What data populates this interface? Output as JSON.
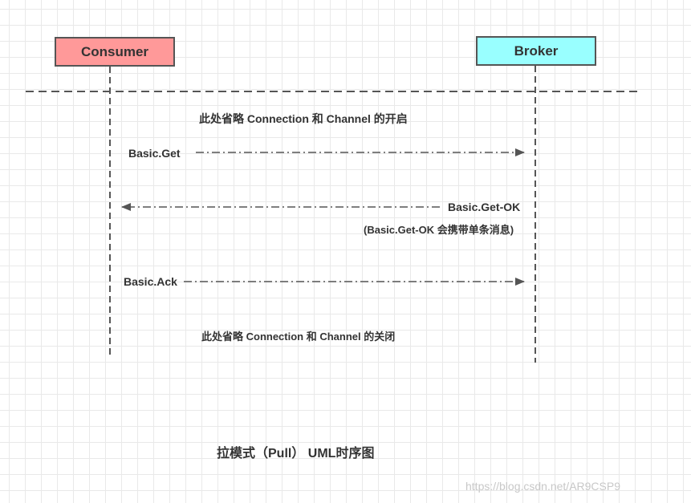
{
  "actors": {
    "consumer": "Consumer",
    "broker": "Broker"
  },
  "notes": {
    "open": "此处省略 Connection 和 Channel 的开启",
    "close": "此处省略 Connection 和 Channel 的关闭"
  },
  "messages": [
    {
      "label": "Basic.Get",
      "from": "consumer",
      "to": "broker"
    },
    {
      "label": "Basic.Get-OK",
      "detail": "(Basic.Get-OK 会携带单条消息)",
      "from": "broker",
      "to": "consumer"
    },
    {
      "label": "Basic.Ack",
      "from": "consumer",
      "to": "broker"
    }
  ],
  "caption": "拉模式（Pull） UML时序图",
  "watermark": "https://blog.csdn.net/AR9CSP9",
  "colors": {
    "consumer": "#ff9999",
    "broker": "#99ffff",
    "line": "#555555"
  }
}
